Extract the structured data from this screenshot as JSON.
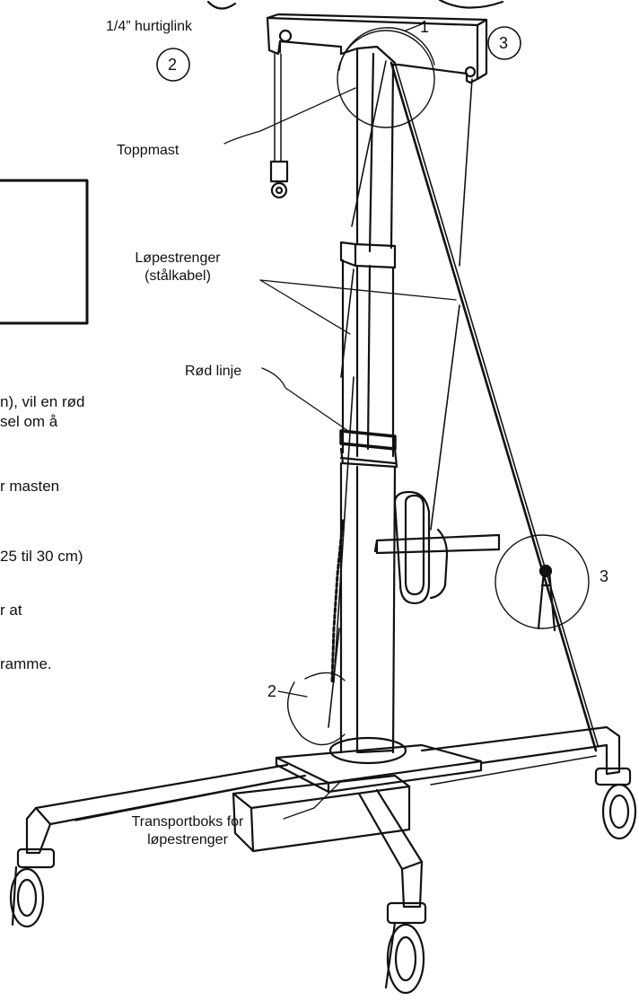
{
  "labels": {
    "quick_link": "1/4” hurtiglink",
    "top_mast": "Toppmast",
    "running_lines_1": "Løpestrenger",
    "running_lines_2": "(stålkabel)",
    "red_line": "Rød linje",
    "transport_box_1": "Transportboks for",
    "transport_box_2": "løpestrenger"
  },
  "callouts": {
    "n1": "1",
    "n2_circle": "2",
    "n3_circle": "3",
    "n3_detail": "3",
    "n2_detail": "2"
  },
  "clipped_text": {
    "line1": "n), vil en rød",
    "line2": "sel om å",
    "line3": "r masten",
    "line4": "25 til 30 cm)",
    "line5": "r at",
    "line6": "ramme."
  }
}
